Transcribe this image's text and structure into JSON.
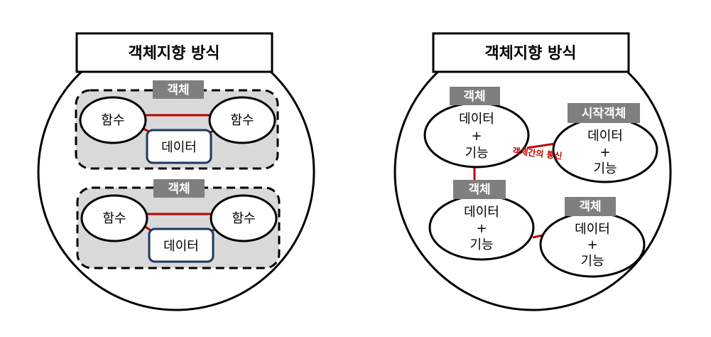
{
  "left_panel": {
    "title": "객체지향 방식",
    "objects": [
      {
        "tag": "객체",
        "func_left": "함수",
        "func_right": "함수",
        "data": "데이터"
      },
      {
        "tag": "객체",
        "func_left": "함수",
        "func_right": "함수",
        "data": "데이터"
      }
    ]
  },
  "right_panel": {
    "title": "객체지향 방식",
    "objects": [
      {
        "tag": "객체",
        "line1": "데이터",
        "line2": "+",
        "line3": "기능"
      },
      {
        "tag": "시작객체",
        "line1": "데이터",
        "line2": "+",
        "line3": "기능"
      },
      {
        "tag": "객체",
        "line1": "데이터",
        "line2": "+",
        "line3": "기능"
      },
      {
        "tag": "객체",
        "line1": "데이터",
        "line2": "+",
        "line3": "기능"
      }
    ],
    "communication_label": "객체간의 통신"
  },
  "colors": {
    "outline": "#000000",
    "object_fill": "#d9d9d9",
    "tag_fill": "#7f7f7f",
    "link": "#c00000",
    "data_box_border": "#1f3864"
  }
}
